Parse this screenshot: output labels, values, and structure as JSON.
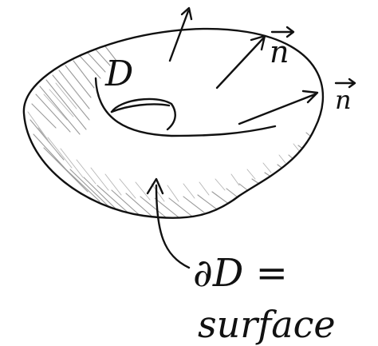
{
  "figure": {
    "region_label": "D",
    "normal_label_upper": "n",
    "normal_label_right": "n",
    "boundary_equation": "∂D =",
    "boundary_word": "surface"
  },
  "colors": {
    "ink": "#111111",
    "shading": "#8a8a8a",
    "background": "#ffffff"
  }
}
